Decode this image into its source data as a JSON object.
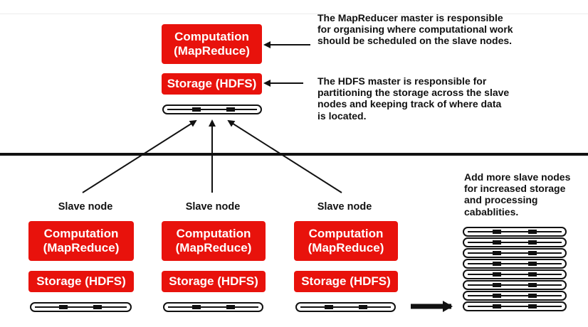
{
  "master": {
    "computation_line1": "Computation",
    "computation_line2": "(MapReduce)",
    "storage": "Storage (HDFS)"
  },
  "notes": {
    "mapreduce": [
      "The MapReducer master is responsible",
      "for organising where computational work",
      "should be scheduled on the slave nodes."
    ],
    "hdfs": [
      "The HDFS master is responsible for",
      "partitioning the storage across the slave",
      "nodes and keeping track of where data",
      "is located."
    ],
    "scale": [
      "Add more slave nodes",
      "for increased storage",
      "and processing",
      "cabablities."
    ]
  },
  "slaves": [
    {
      "label": "Slave node",
      "computation_line1": "Computation",
      "computation_line2": "(MapReduce)",
      "storage": "Storage (HDFS)"
    },
    {
      "label": "Slave node",
      "computation_line1": "Computation",
      "computation_line2": "(MapReduce)",
      "storage": "Storage (HDFS)"
    },
    {
      "label": "Slave node",
      "computation_line1": "Computation",
      "computation_line2": "(MapReduce)",
      "storage": "Storage (HDFS)"
    }
  ],
  "colors": {
    "accent": "#e8120c",
    "ink": "#111111"
  }
}
